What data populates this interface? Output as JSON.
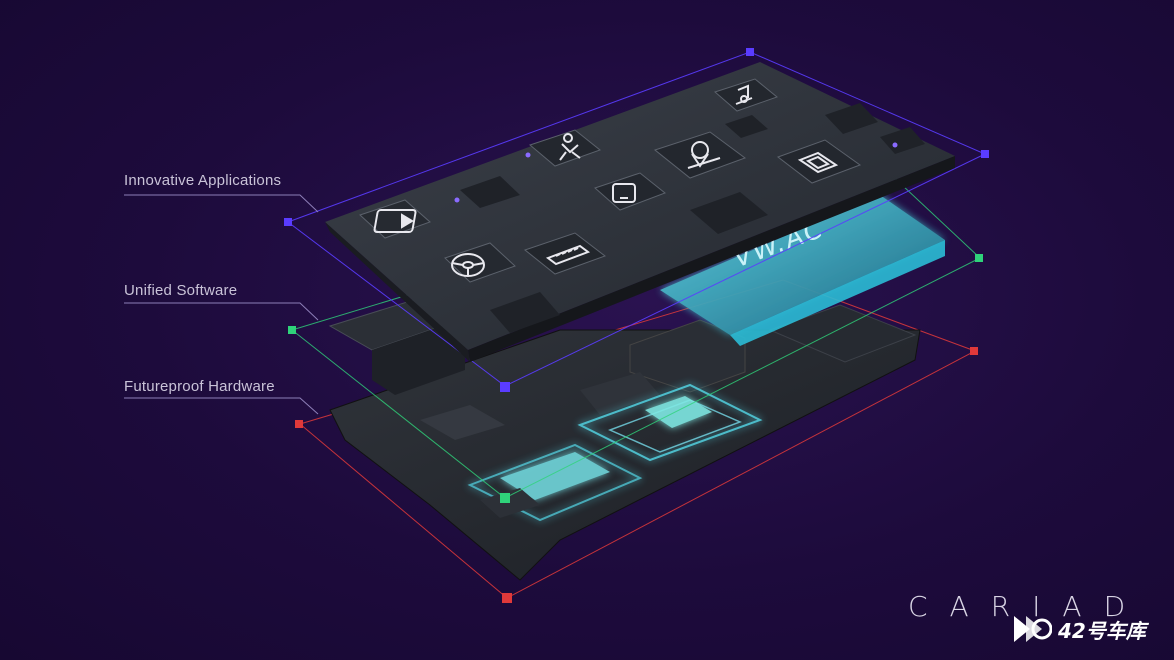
{
  "layers": {
    "applications": {
      "label": "Innovative Applications",
      "color": "#5a3cff"
    },
    "software": {
      "label": "Unified Software",
      "color": "#2fd37a"
    },
    "hardware": {
      "label": "Futureproof Hardware",
      "color": "#e0393a"
    }
  },
  "software_panel_text": "VW.AC",
  "brand": "CARIAD",
  "watermark": "42号车库",
  "icons": [
    "video-icon",
    "person-icon",
    "location-pin-icon",
    "music-note-icon",
    "square-icon",
    "phone-icon",
    "steering-wheel-icon",
    "battery-icon"
  ]
}
